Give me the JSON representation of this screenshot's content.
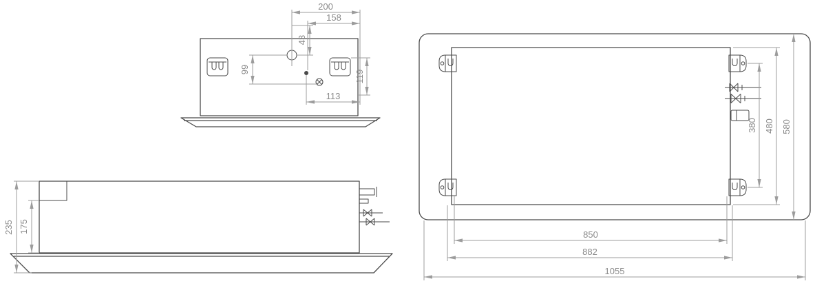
{
  "side_view": {
    "dim_200": "200",
    "dim_158": "158",
    "dim_43": "43",
    "dim_99": "99",
    "dim_119": "119",
    "dim_113": "113"
  },
  "front_view": {
    "dim_235": "235",
    "dim_175": "175"
  },
  "plan_view": {
    "dim_380": "380",
    "dim_480": "480",
    "dim_580": "580",
    "dim_850": "850",
    "dim_882": "882",
    "dim_1055": "1055"
  },
  "colors": {
    "part_line": "#4a4a4a",
    "dimension_line": "#9c9c9c",
    "dimension_text": "#8a8a8a",
    "background": "#ffffff"
  }
}
